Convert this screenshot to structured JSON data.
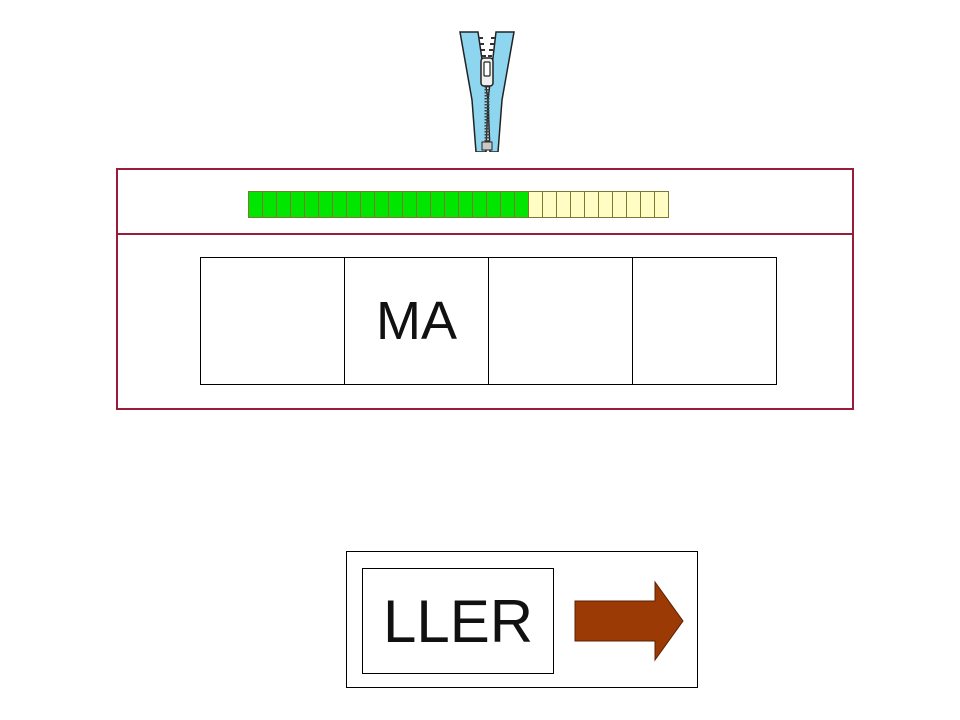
{
  "game": {
    "icon": "zipper-icon",
    "progress": {
      "filled": 20,
      "total": 30,
      "filled_color": "#00e600",
      "empty_color": "#fffcc4"
    },
    "slots": [
      "",
      "MA",
      "",
      ""
    ],
    "option": "LLER",
    "next_icon": "right-arrow-icon",
    "colors": {
      "panel_border": "#9b1b3a",
      "arrow": "#9c3a06",
      "zipper_tape": "#8ed6f0"
    }
  }
}
